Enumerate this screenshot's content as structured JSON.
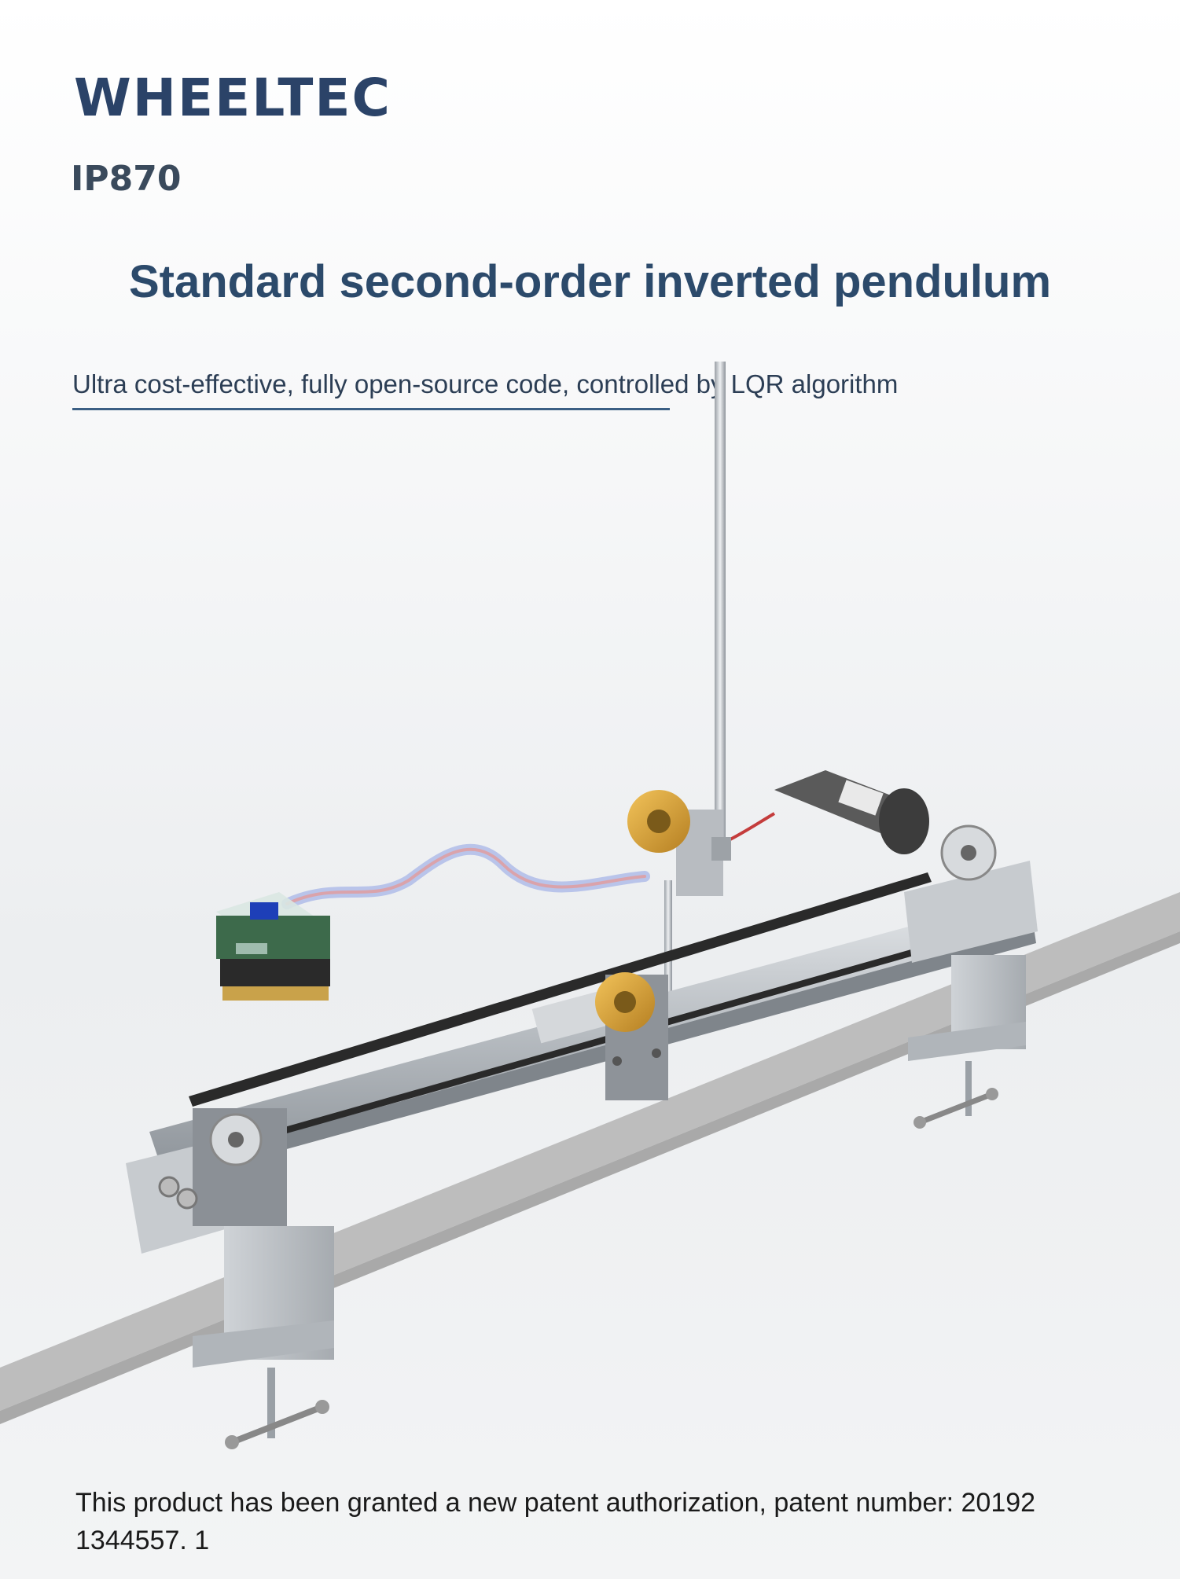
{
  "brand": "WHEELTEC",
  "model": "IP870",
  "headline": "Standard second-order inverted pendulum",
  "subline": "Ultra cost-effective, fully open-source code, controlled by LQR algorithm",
  "patent": {
    "line1": "This product has been granted a new patent authorization, patent number: 20192",
    "line2": "1344557. 1"
  },
  "colors": {
    "brand": "#2b4368",
    "headline": "#2c4a6b",
    "table_edge": "#b9b9b9",
    "aluminum": "#c9cdd1",
    "belt": "#2a2a2a",
    "encoder_gold": "#d6a23a"
  }
}
